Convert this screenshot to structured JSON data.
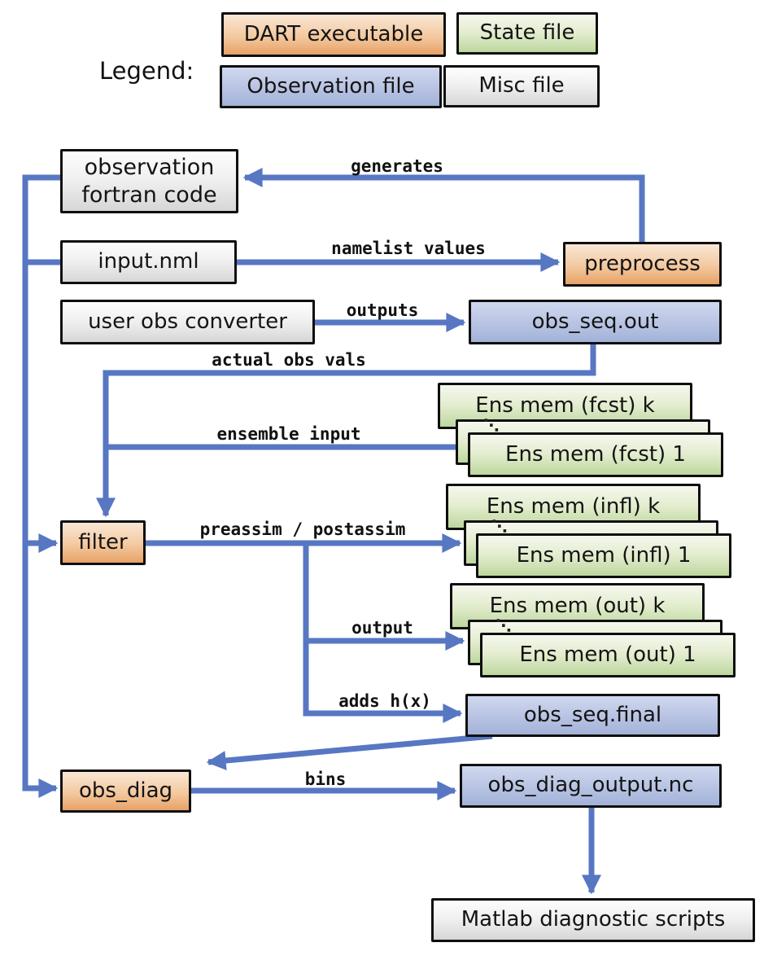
{
  "diagram": "DART data assimilation workflow",
  "colors": {
    "connector": "#5777c3",
    "border": "#0f0f0f",
    "executable_top": "#f9e7d6",
    "executable_bottom": "#e7a266",
    "state_top": "#f5f8ee",
    "state_bottom": "#bdd79e",
    "observation_top": "#cfd8ee",
    "observation_bottom": "#a2b2d8",
    "misc_top": "#fdfdfd",
    "misc_bottom": "#d6d6d6"
  },
  "legend": {
    "title": "Legend:",
    "items": [
      {
        "label": "DART executable",
        "type": "executable"
      },
      {
        "label": "State file",
        "type": "state"
      },
      {
        "label": "Observation file",
        "type": "observation"
      },
      {
        "label": "Misc file",
        "type": "misc"
      }
    ]
  },
  "nodes": {
    "obs_fortran_code": {
      "label": "observation fortran code",
      "type": "misc"
    },
    "input_nml": {
      "label": "input.nml",
      "type": "misc"
    },
    "preprocess": {
      "label": "preprocess",
      "type": "executable"
    },
    "user_obs_converter": {
      "label": "user obs converter",
      "type": "misc"
    },
    "obs_seq_out": {
      "label": "obs_seq.out",
      "type": "observation"
    },
    "filter": {
      "label": "filter",
      "type": "executable"
    },
    "obs_seq_final": {
      "label": "obs_seq.final",
      "type": "observation"
    },
    "obs_diag": {
      "label": "obs_diag",
      "type": "executable"
    },
    "obs_diag_output_nc": {
      "label": "obs_diag_output.nc",
      "type": "observation"
    },
    "matlab_scripts": {
      "label": "Matlab diagnostic scripts",
      "type": "misc"
    }
  },
  "stacks": {
    "fcst": {
      "back": "Ens mem (fcst) k",
      "front": "Ens mem (fcst) 1",
      "dots": "⋱"
    },
    "infl": {
      "back": "Ens mem (infl) k",
      "front": "Ens mem (infl) 1",
      "dots": "⋱"
    },
    "out": {
      "back": "Ens mem (out) k",
      "front": "Ens mem (out) 1",
      "dots": "⋱"
    }
  },
  "edges": {
    "generates": "generates",
    "namelist": "namelist values",
    "outputs": "outputs",
    "actual_obs": "actual obs vals",
    "ensemble_input": "ensemble input",
    "preassim": "preassim / postassim",
    "output": "output",
    "adds_hx": "adds h(x)",
    "bins": "bins"
  }
}
